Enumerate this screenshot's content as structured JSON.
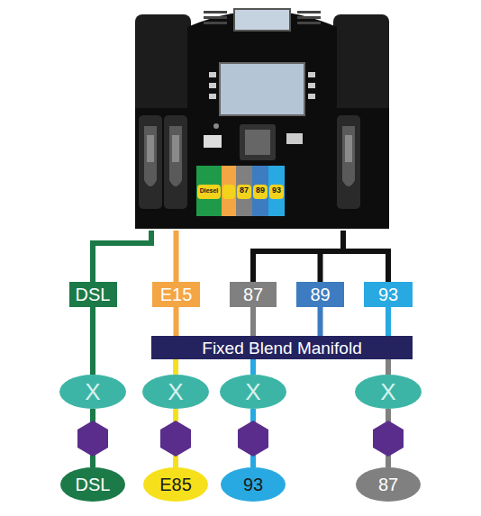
{
  "diagram": {
    "nodes": [
      {
        "text": [
          "Diesel",
          "87",
          "89",
          "93"
        ]
      },
      {
        "text": [
          "DSL"
        ]
      },
      {
        "text": [
          "E15"
        ]
      },
      {
        "text": [
          "87"
        ]
      },
      {
        "text": [
          "89"
        ]
      },
      {
        "text": [
          "93"
        ]
      },
      {
        "text": [
          "Fixed Blend Manifold"
        ]
      },
      {
        "text": [
          "X"
        ]
      },
      {
        "text": [
          "X"
        ]
      },
      {
        "text": [
          "X"
        ]
      },
      {
        "text": [
          "X"
        ]
      },
      {
        "text": [
          "DSL"
        ]
      },
      {
        "text": [
          "E85"
        ]
      },
      {
        "text": [
          "93"
        ]
      },
      {
        "text": [
          "87"
        ]
      }
    ],
    "edges": [
      {
        "from": 0,
        "to": 1,
        "arrow": "none"
      },
      {
        "from": 0,
        "to": 2,
        "arrow": "none"
      },
      {
        "from": 0,
        "to": 3,
        "arrow": "none"
      },
      {
        "from": 0,
        "to": 4,
        "arrow": "none"
      },
      {
        "from": 0,
        "to": 5,
        "arrow": "none"
      },
      {
        "from": 1,
        "to": 7,
        "arrow": "none"
      },
      {
        "from": 2,
        "to": 6,
        "arrow": "none"
      },
      {
        "from": 3,
        "to": 6,
        "arrow": "none"
      },
      {
        "from": 4,
        "to": 6,
        "arrow": "none"
      },
      {
        "from": 5,
        "to": 6,
        "arrow": "none"
      },
      {
        "from": 6,
        "to": 8,
        "arrow": "none"
      },
      {
        "from": 6,
        "to": 9,
        "arrow": "none"
      },
      {
        "from": 6,
        "to": 10,
        "arrow": "none"
      },
      {
        "from": 7,
        "to": 11,
        "arrow": "none"
      },
      {
        "from": 8,
        "to": 12,
        "arrow": "none"
      },
      {
        "from": 9,
        "to": 13,
        "arrow": "none"
      },
      {
        "from": 10,
        "to": 14,
        "arrow": "none"
      }
    ]
  }
}
